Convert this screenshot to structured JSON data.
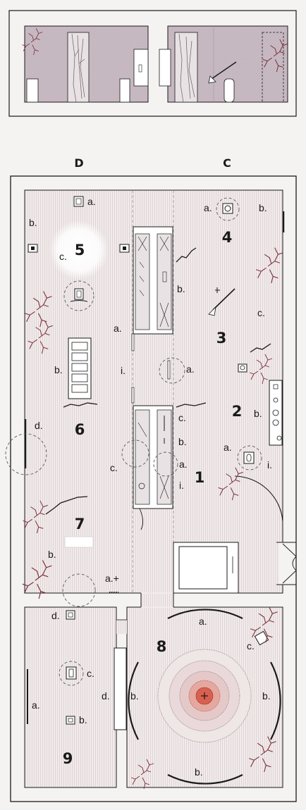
{
  "columns": {
    "left": "D",
    "right": "C"
  },
  "rooms": {
    "r1": "1",
    "r2": "2",
    "r3": "3",
    "r4": "4",
    "r5": "5",
    "r6": "6",
    "r7": "7",
    "r8": "8",
    "r9": "9"
  },
  "labels": {
    "r5_a": "a.",
    "r5_b": "b.",
    "r5_c": "c.",
    "r4_a": "a.",
    "r4_b": "b.",
    "r3_b": "b.",
    "r3_c": "c.",
    "r6_a": "a.",
    "r6_b": "b.",
    "r6_i": "i.",
    "r6_d": "d.",
    "r6_c": "c.",
    "r2_a": "a.",
    "r2_b": "b.",
    "r2_i": "i.",
    "r1_c": "c.",
    "r1_b": "b.",
    "r1_a": "a.",
    "r1_i": "i.",
    "r1_a2": "a.",
    "r7_b": "b.",
    "r7_a": "a.+",
    "r8_a": "a.",
    "r8_c": "c.",
    "r8_bl": "b.",
    "r8_br": "b.",
    "r8_bb": "b.",
    "r9_d": "d.",
    "r9_c": "c.",
    "r9_d2": "d.",
    "r9_a": "a.",
    "r9_b": "b."
  },
  "colors": {
    "background": "#f4f3f1",
    "floor": "#f1eceb",
    "wall_section": "#c9bbc3",
    "ink": "#1a1a1a",
    "branch": "#7a2e3a",
    "center_red": "#d9604f",
    "highlight": "#ffffff"
  }
}
